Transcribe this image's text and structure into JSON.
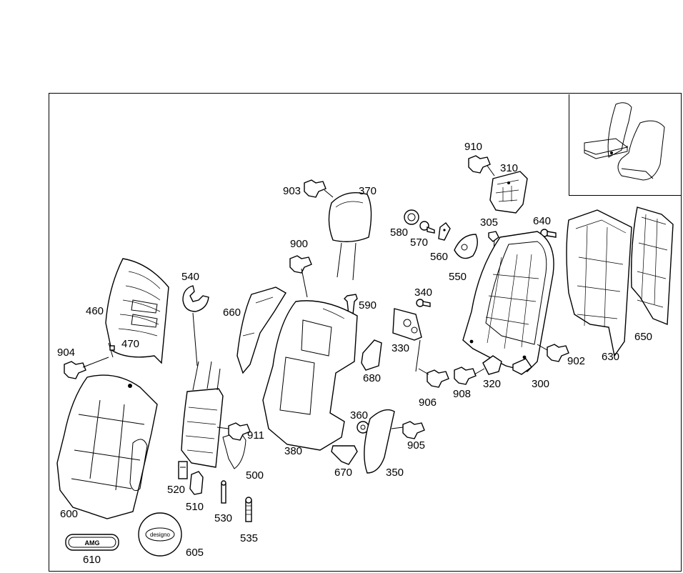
{
  "diagram": {
    "labels": {
      "l910": "910",
      "l310": "310",
      "l903": "903",
      "l370": "370",
      "l580": "580",
      "l570": "570",
      "l305": "305",
      "l640": "640",
      "l560": "560",
      "l550": "550",
      "l900": "900",
      "l540": "540",
      "l460": "460",
      "l470": "470",
      "l660": "660",
      "l590": "590",
      "l340": "340",
      "l330": "330",
      "l904": "904",
      "l902": "902",
      "l630": "630",
      "l650": "650",
      "l680": "680",
      "l908": "908",
      "l320": "320",
      "l300": "300",
      "l906": "906",
      "l360": "360",
      "l911": "911",
      "l905": "905",
      "l380": "380",
      "l670": "670",
      "l350": "350",
      "l500": "500",
      "l520": "520",
      "l510": "510",
      "l530": "530",
      "l535": "535",
      "l600": "600",
      "l610": "610",
      "l605": "605"
    },
    "badges": {
      "amg": "AMG",
      "designo": "designo"
    }
  }
}
